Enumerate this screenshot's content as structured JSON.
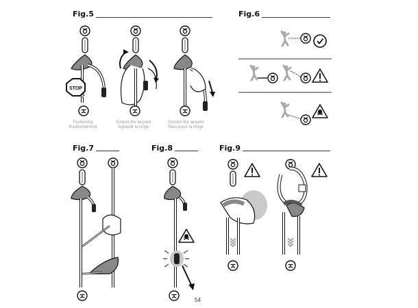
{
  "figures": {
    "fig5": {
      "title": "Fig.5"
    },
    "fig6": {
      "title": "Fig.6"
    },
    "fig7": {
      "title": "Fig.7"
    },
    "fig8": {
      "title": "Fig.8"
    },
    "fig9": {
      "title": "Fig.9"
    }
  },
  "captions": {
    "c1_l1": "Positioning",
    "c1_l2": "Positionnement",
    "c2_l1": "Extend the lanyard",
    "c2_l2": "Agrandir la longe",
    "c3_l1": "Shorten the lanyard",
    "c3_l2": "Raccourcir la longe"
  },
  "stop_sign": "STOP",
  "page_number": "54",
  "icons": [
    "anchor-icon",
    "harness-icon",
    "check-icon",
    "warning-icon",
    "danger-skull-icon",
    "climber-icon"
  ]
}
